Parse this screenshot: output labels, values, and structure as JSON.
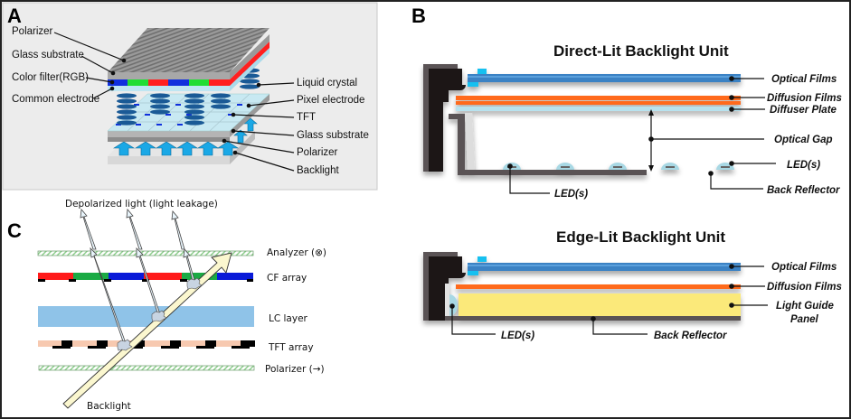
{
  "panels": {
    "a": {
      "letter": "A",
      "left_labels": [
        "Polarizer",
        "Glass substrate",
        "Color filter(RGB)",
        "Common electrode"
      ],
      "right_labels": [
        "Liquid crystal",
        "Pixel electrode",
        "TFT",
        "Glass substrate",
        "Polarizer",
        "Backlight"
      ],
      "color_filter_sequence": [
        "blue",
        "green",
        "red",
        "blue",
        "green",
        "red"
      ]
    },
    "b": {
      "letter": "B",
      "direct_lit": {
        "title": "Direct-Lit Backlight Unit",
        "labels": [
          "Optical Films",
          "Diffusion Films",
          "Diffuser Plate",
          "Optical Gap",
          "LED(s)",
          "Back Reflector"
        ],
        "bottom_led_label": "LED(s)",
        "led_count": 5
      },
      "edge_lit": {
        "title": "Edge-Lit Backlight Unit",
        "labels": [
          "Optical Films",
          "Diffusion Films",
          "Light Guide",
          "Panel"
        ],
        "bottom_led_label": "LED(s)",
        "bottom_reflector_label": "Back Reflector"
      }
    },
    "c": {
      "letter": "C",
      "top_label": "Depolarized light (light leakage)",
      "layer_labels": [
        "Analyzer (⊗)",
        "CF array",
        "LC layer",
        "TFT array",
        "Polarizer (→)"
      ],
      "backlight_label": "Backlight",
      "cf_sequence": [
        "red",
        "green",
        "blue",
        "red",
        "green",
        "blue"
      ]
    }
  },
  "colors": {
    "panel_a_bg": "#ececec",
    "cf_red": "#ff2020",
    "cf_green": "#22bb33",
    "cf_blue": "#1030dd",
    "lc_blue": "#8fc3e8",
    "tft_pink": "#f7c9b0",
    "optical_films": "#3b82c4",
    "diffusion_films": "#ff6a1a",
    "diffuser_plate": "#b8e2ee",
    "light_guide": "#fbe97a",
    "frame_dark": "#1c1718",
    "frame_gray": "#5a5254",
    "backlight_arrow": "#fbf7cf",
    "lc_molecule": "#1a5a96",
    "cyan_arrow": "#1aa8e6"
  }
}
